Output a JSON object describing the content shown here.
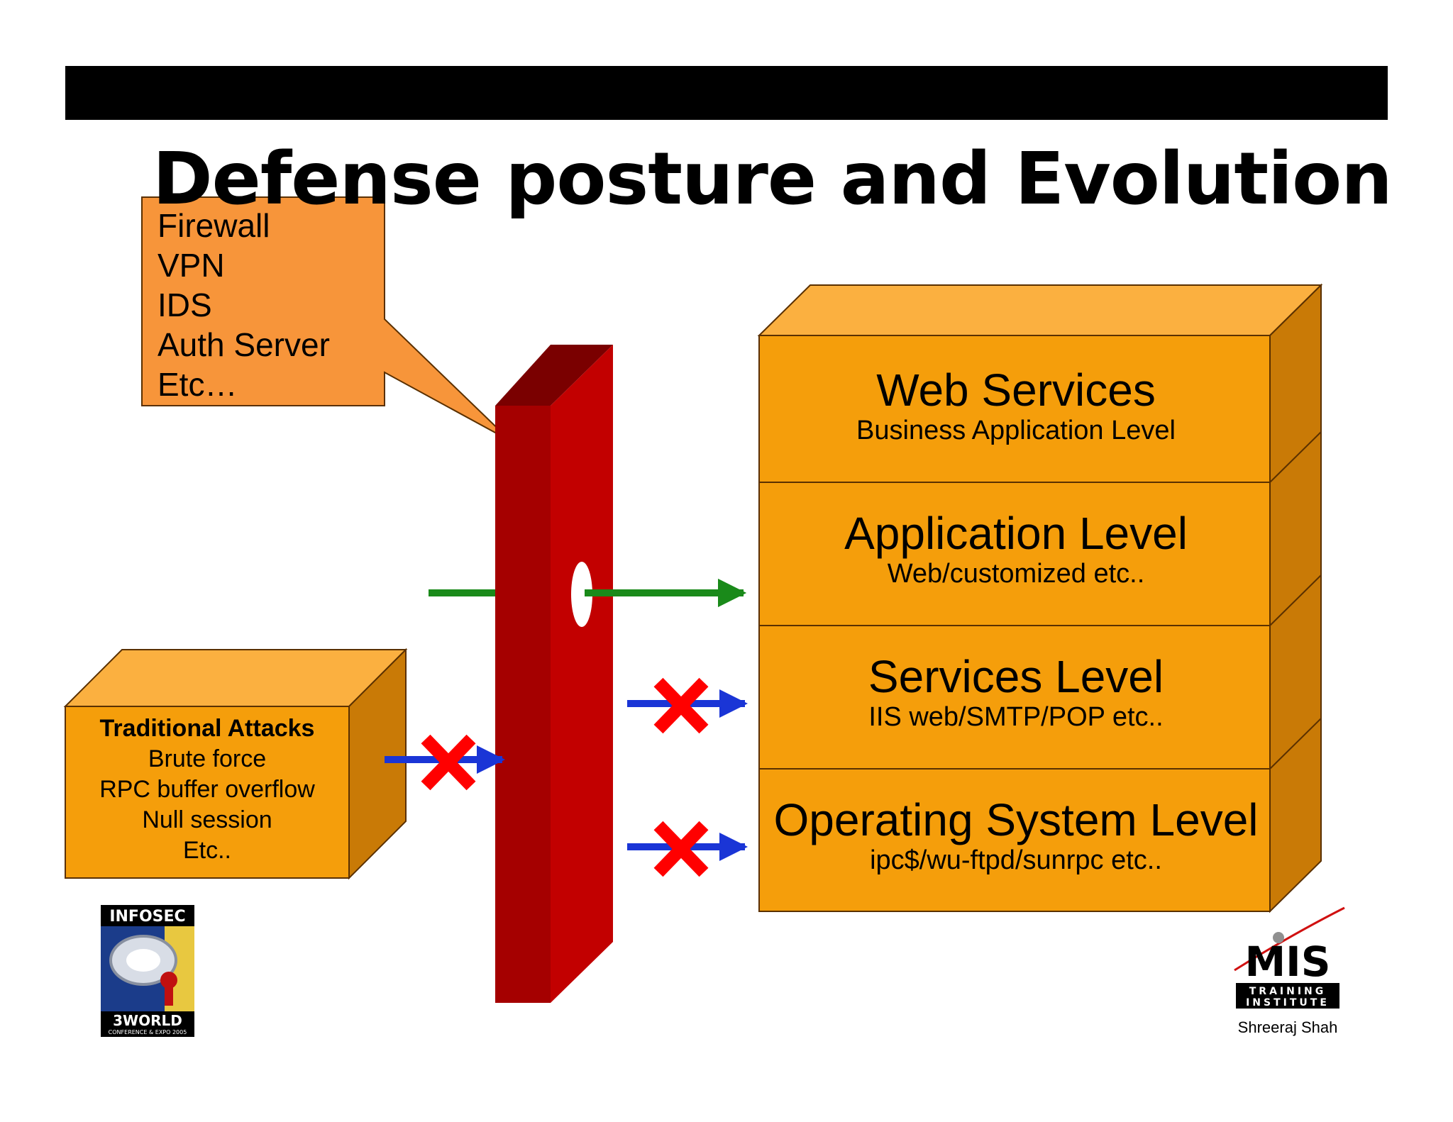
{
  "title": "Defense posture and Evolution",
  "callout": {
    "items": [
      "Firewall",
      "VPN",
      "IDS",
      "Auth Server",
      "Etc…"
    ]
  },
  "layers": [
    {
      "title": "Web Services",
      "subtitle": "Business Application Level"
    },
    {
      "title": "Application Level",
      "subtitle": "Web/customized etc.."
    },
    {
      "title": "Services Level",
      "subtitle": "IIS web/SMTP/POP etc.."
    },
    {
      "title": "Operating System Level",
      "subtitle": "ipc$/wu-ftpd/sunrpc etc.."
    }
  ],
  "attacks": {
    "heading": "Traditional Attacks",
    "items": [
      "Brute force",
      "RPC buffer overflow",
      "Null session",
      "Etc.."
    ]
  },
  "logos": {
    "infosec_top": "INFOSEC",
    "infosec_world": "3WORLD",
    "infosec_bottom": "CONFERENCE & EXPO 2005",
    "mis": "MIS",
    "mis_line1": "TRAINING",
    "mis_line2": "INSTITUTE"
  },
  "author": "Shreeraj Shah",
  "colors": {
    "orange_front": "#f59e0b",
    "orange_top": "#fbb040",
    "orange_side": "#c97a06",
    "wall_front": "#a50000",
    "wall_side": "#7a0000",
    "allowed_arrow": "#1a8a1a",
    "blocked_arrow": "#1a35d6",
    "block_mark": "#ff0000"
  }
}
